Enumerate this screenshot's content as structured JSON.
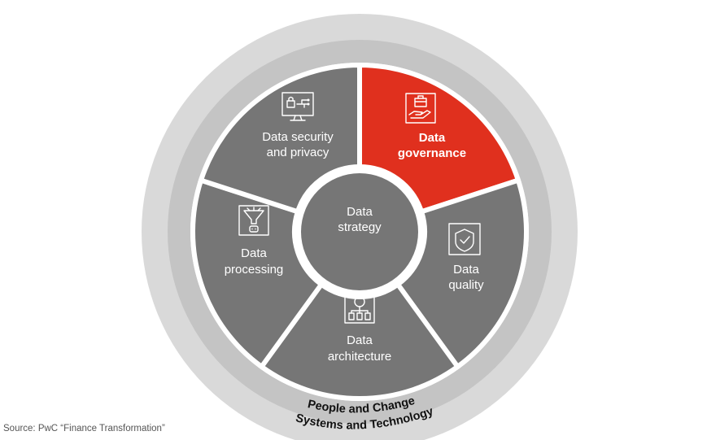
{
  "colors": {
    "outer_ring": "#d9d9d9",
    "middle_ring": "#c4c4c4",
    "segment": "#767676",
    "highlight": "#e0301e",
    "center": "#767676",
    "separator": "#ffffff"
  },
  "center": {
    "line1": "Data",
    "line2": "strategy"
  },
  "segments": [
    {
      "id": "governance",
      "line1": "Data",
      "line2": "governance",
      "icon": "briefcase-hand-icon",
      "highlighted": true
    },
    {
      "id": "quality",
      "line1": "Data",
      "line2": "quality",
      "icon": "shield-check-icon",
      "highlighted": false
    },
    {
      "id": "architecture",
      "line1": "Data",
      "line2": "architecture",
      "icon": "architecture-tree-icon",
      "highlighted": false
    },
    {
      "id": "processing",
      "line1": "Data",
      "line2": "processing",
      "icon": "funnel-processing-icon",
      "highlighted": false
    },
    {
      "id": "security",
      "line1": "Data security",
      "line2": "and privacy",
      "icon": "lock-monitor-icon",
      "highlighted": false
    }
  ],
  "rings": {
    "inner_label": "People and Change",
    "outer_label": "Systems and Technology"
  },
  "source": "Source: PwC “Finance Transformation”"
}
